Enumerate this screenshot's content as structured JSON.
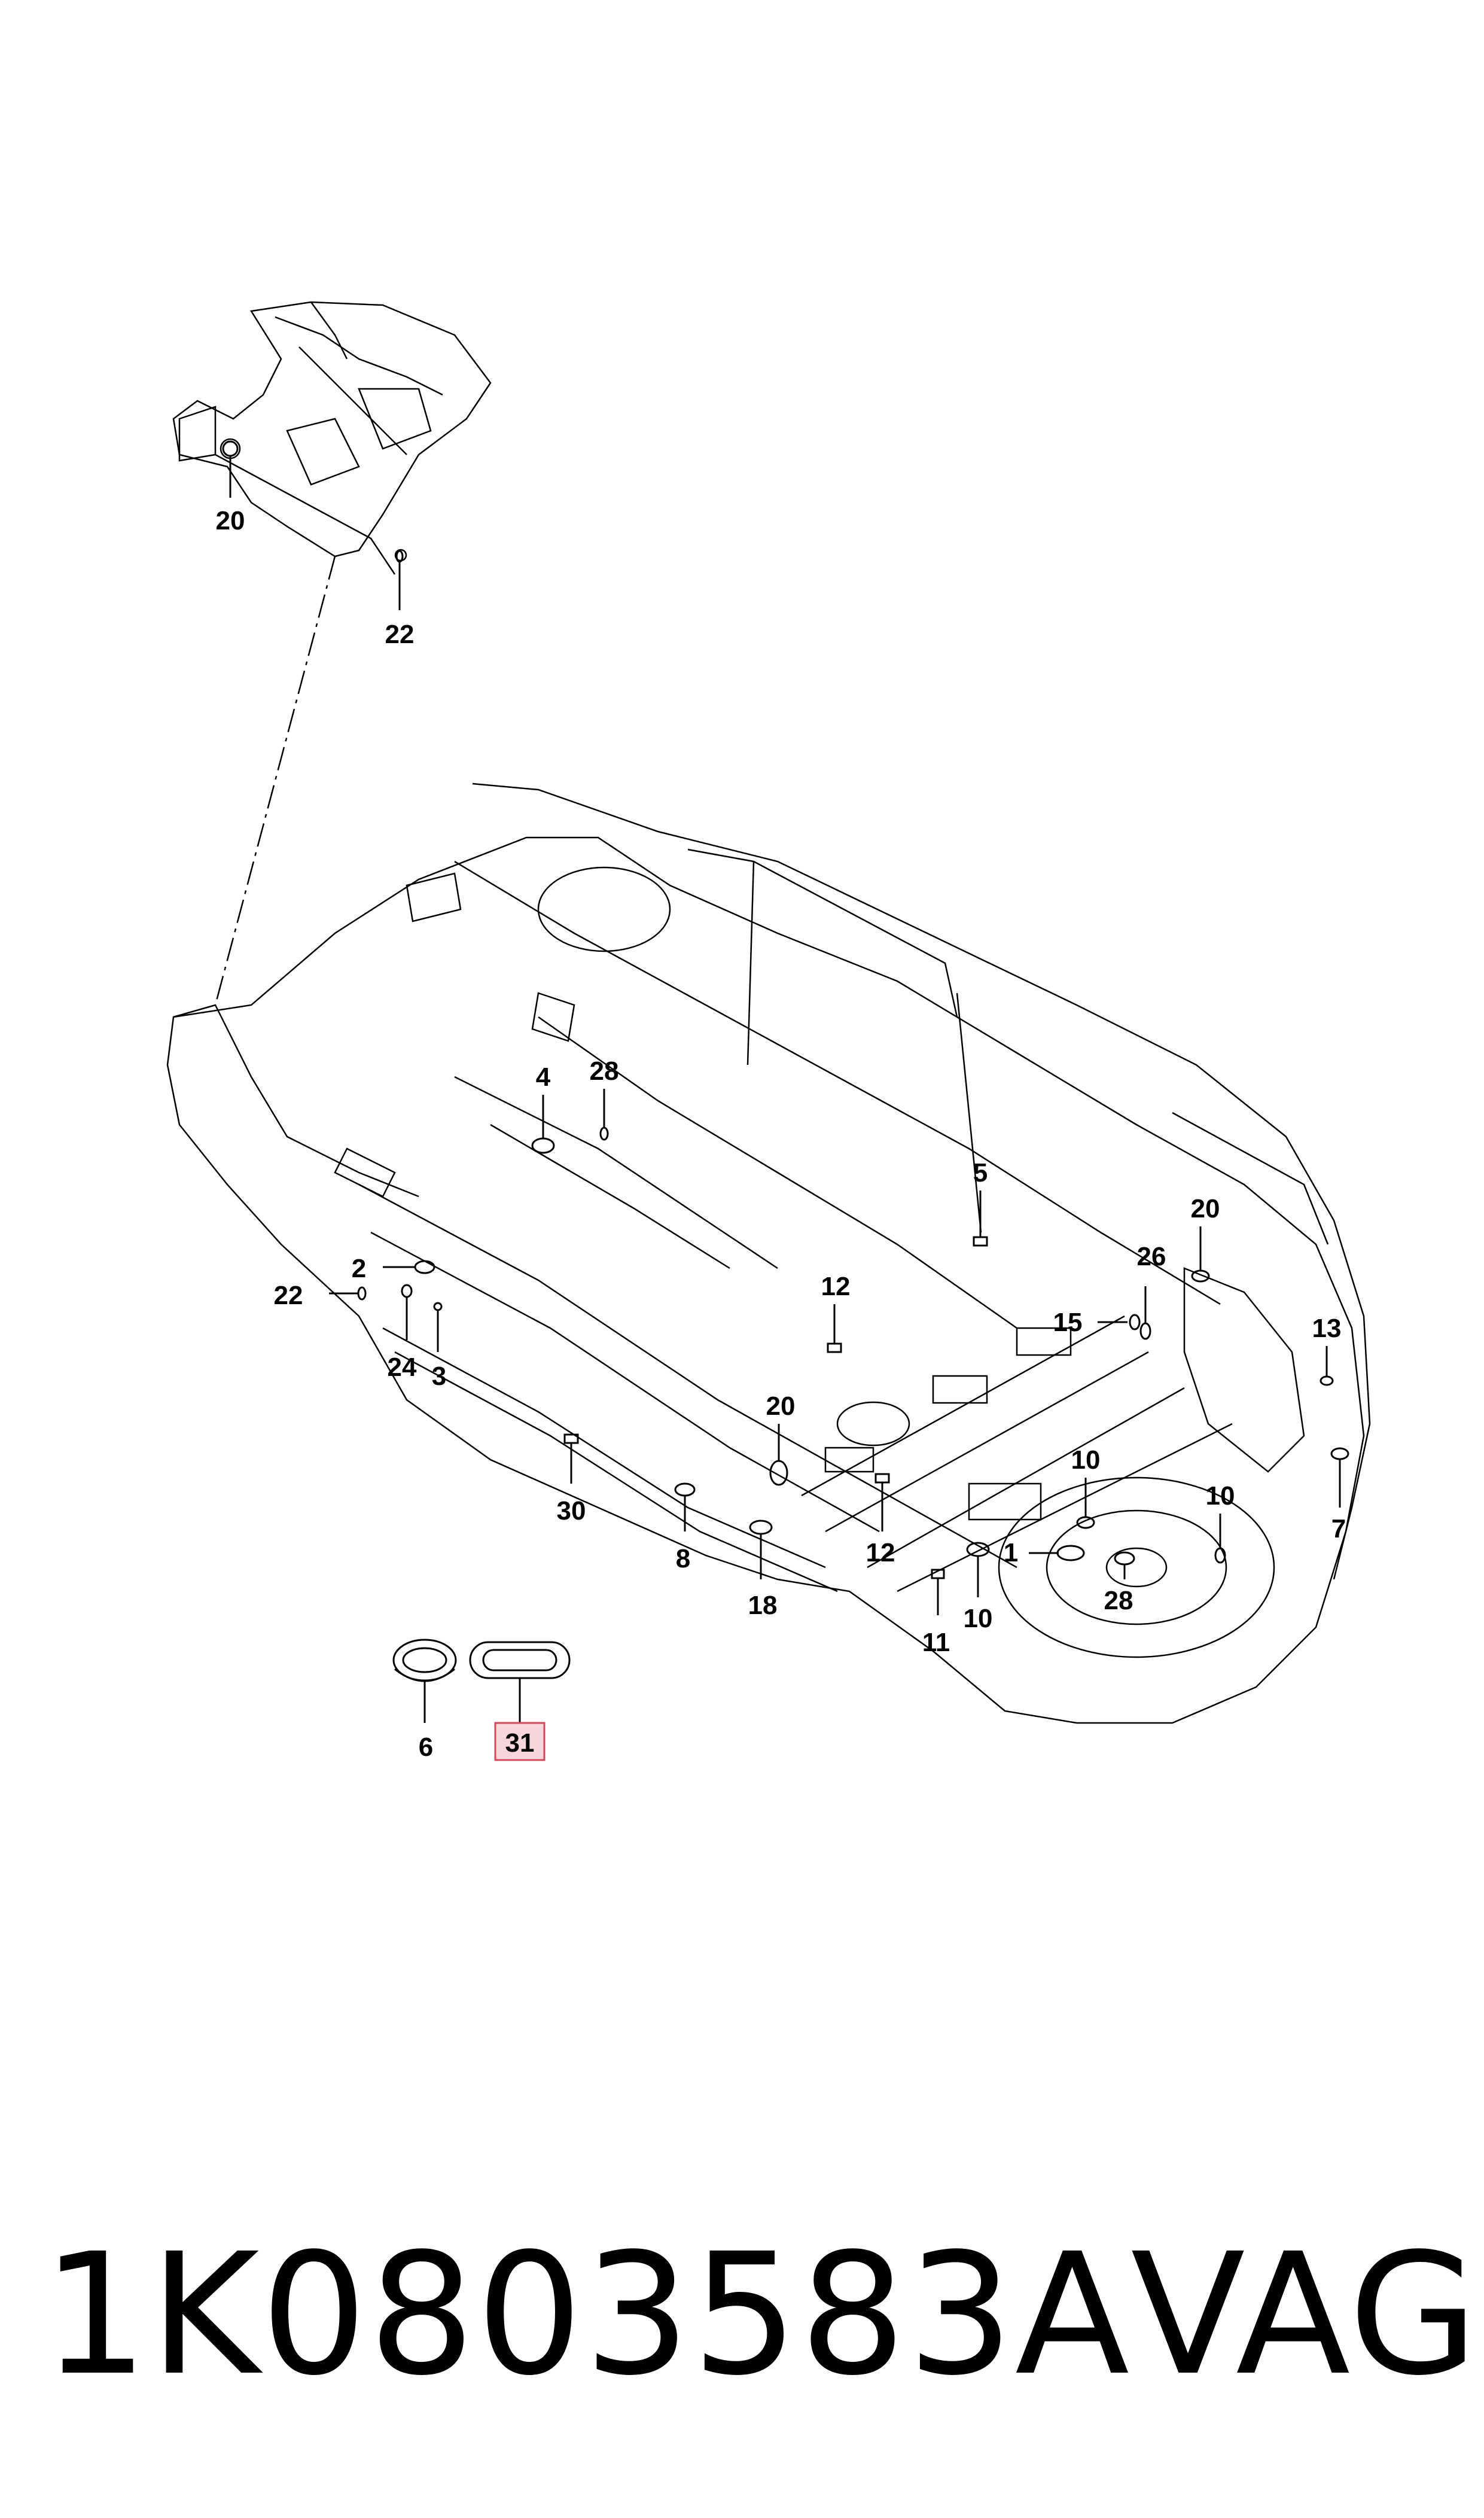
{
  "diagram": {
    "callouts": [
      "20",
      "22",
      "4",
      "28",
      "5",
      "20",
      "26",
      "2",
      "22",
      "24",
      "3",
      "12",
      "15",
      "13",
      "20",
      "30",
      "8",
      "18",
      "12",
      "10",
      "10",
      "1",
      "28",
      "11",
      "10",
      "7",
      "6",
      "31"
    ],
    "highlighted_callout": "31"
  },
  "footer": {
    "part_number": "1K0803583A",
    "brand": "VAG"
  }
}
